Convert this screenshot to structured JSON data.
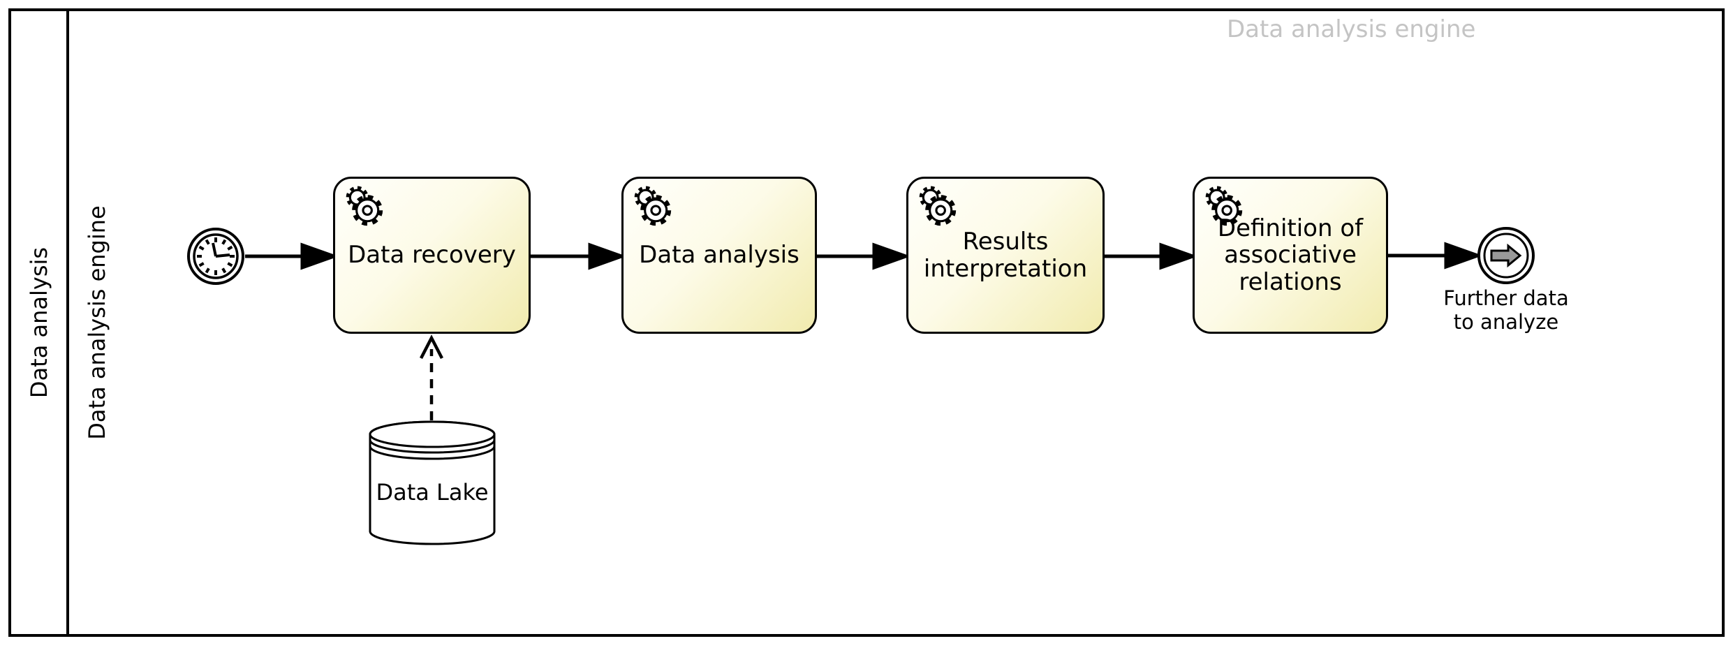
{
  "diagram": {
    "watermark_title": "Data analysis engine",
    "pool": {
      "label": "Data analysis"
    },
    "lane": {
      "label": "Data analysis engine"
    },
    "tasks": [
      {
        "label": "Data recovery",
        "icon": "service-gear-icon"
      },
      {
        "label": "Data analysis",
        "icon": "service-gear-icon"
      },
      {
        "label": "Results interpretation",
        "icon": "service-gear-icon"
      },
      {
        "label": "Definition of associative relations",
        "icon": "service-gear-icon"
      }
    ],
    "events": {
      "start": {
        "icon": "timer-clock-icon",
        "label": ""
      },
      "end": {
        "icon": "link-arrow-icon",
        "label": "Further data to analyze"
      }
    },
    "data_store": {
      "label": "Data Lake"
    },
    "colors": {
      "stroke": "#000000",
      "task_fill_top": "#fffffb",
      "task_fill_bottom": "#f1ebae",
      "watermark_gray": "#c4c4c4",
      "end_arrow_fill": "#999999"
    }
  }
}
